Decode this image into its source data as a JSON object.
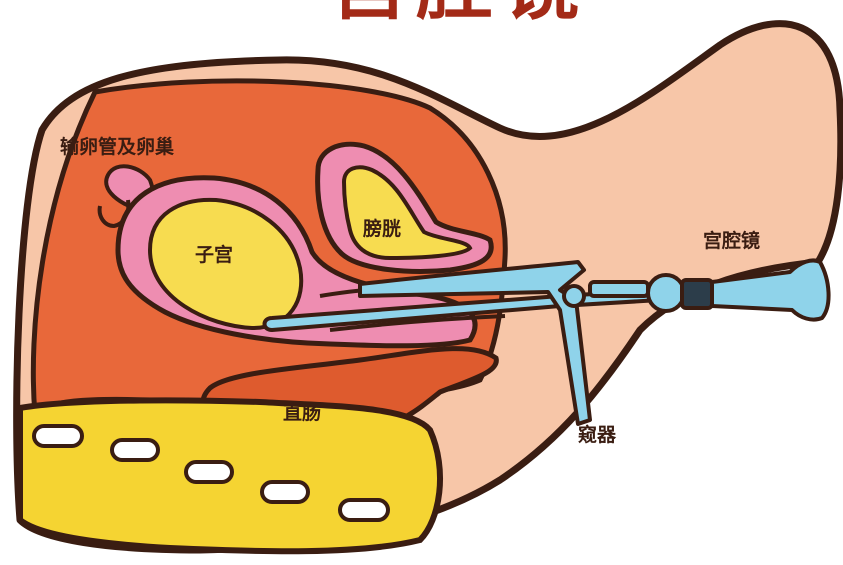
{
  "diagram": {
    "title": "宫腔镜",
    "labels": {
      "fallopian_tubes_ovaries": "输卵管及卵巢",
      "uterus": "子宫",
      "bladder": "膀胱",
      "hysteroscope": "宫腔镜",
      "rectum": "直肠",
      "speculum": "窥器"
    },
    "colors": {
      "skin": "#f7c6a8",
      "outline": "#3a1d12",
      "cavity": "#e8683a",
      "organ_wall": "#ee8db1",
      "organ_core": "#f7dc50",
      "instrument": "#8fd3ea",
      "rectum": "#de5b2e",
      "spine": "#f5d432"
    }
  }
}
